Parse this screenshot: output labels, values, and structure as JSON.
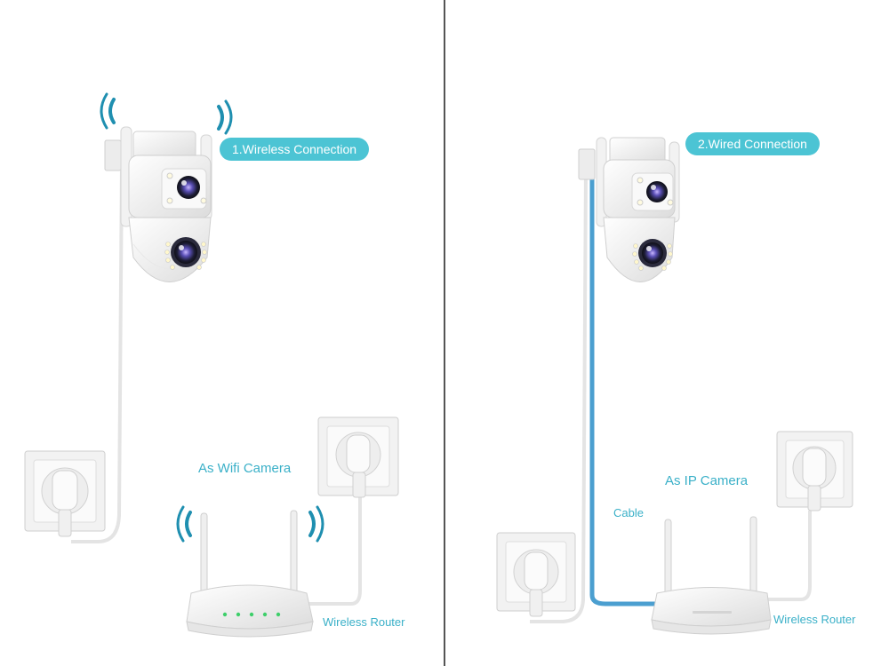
{
  "left": {
    "badge": "1.Wireless Connection",
    "mode_label": "As Wifi Camera",
    "router_label": "Wireless Router"
  },
  "right": {
    "badge": "2.Wired Connection",
    "mode_label": "As IP Camera",
    "cable_label": "Cable",
    "router_label": "Wireless Router"
  },
  "colors": {
    "accent": "#4cc4d4",
    "label_text": "#3ab0c8",
    "wifi_wave": "#1f8fb0",
    "ethernet_cable": "#4b9fd0"
  },
  "icons": [
    "camera-icon",
    "wifi-icon",
    "power-socket-icon",
    "router-icon",
    "power-cable-icon",
    "ethernet-cable-icon"
  ]
}
